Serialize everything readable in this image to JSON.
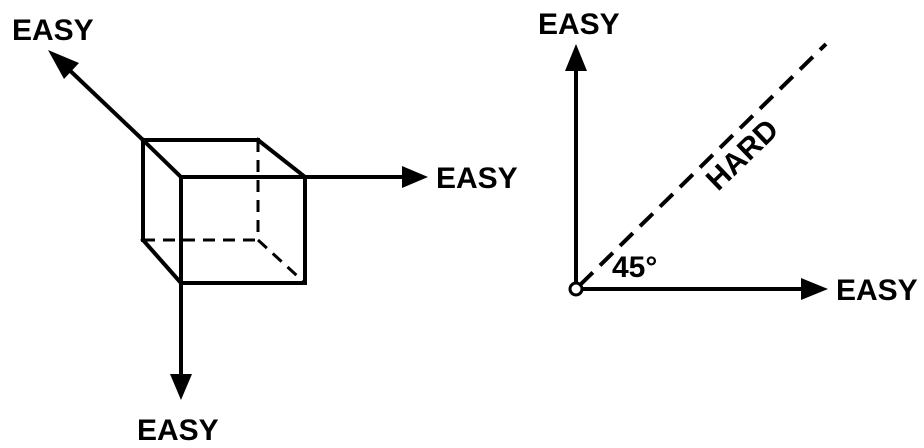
{
  "left_panel": {
    "labels": {
      "top_left": "EASY",
      "right": "EASY",
      "bottom": "EASY"
    }
  },
  "right_panel": {
    "labels": {
      "vertical": "EASY",
      "horizontal": "EASY",
      "diagonal": "HARD",
      "angle": "45°"
    }
  },
  "colors": {
    "ink": "#000000",
    "background": "#ffffff"
  }
}
